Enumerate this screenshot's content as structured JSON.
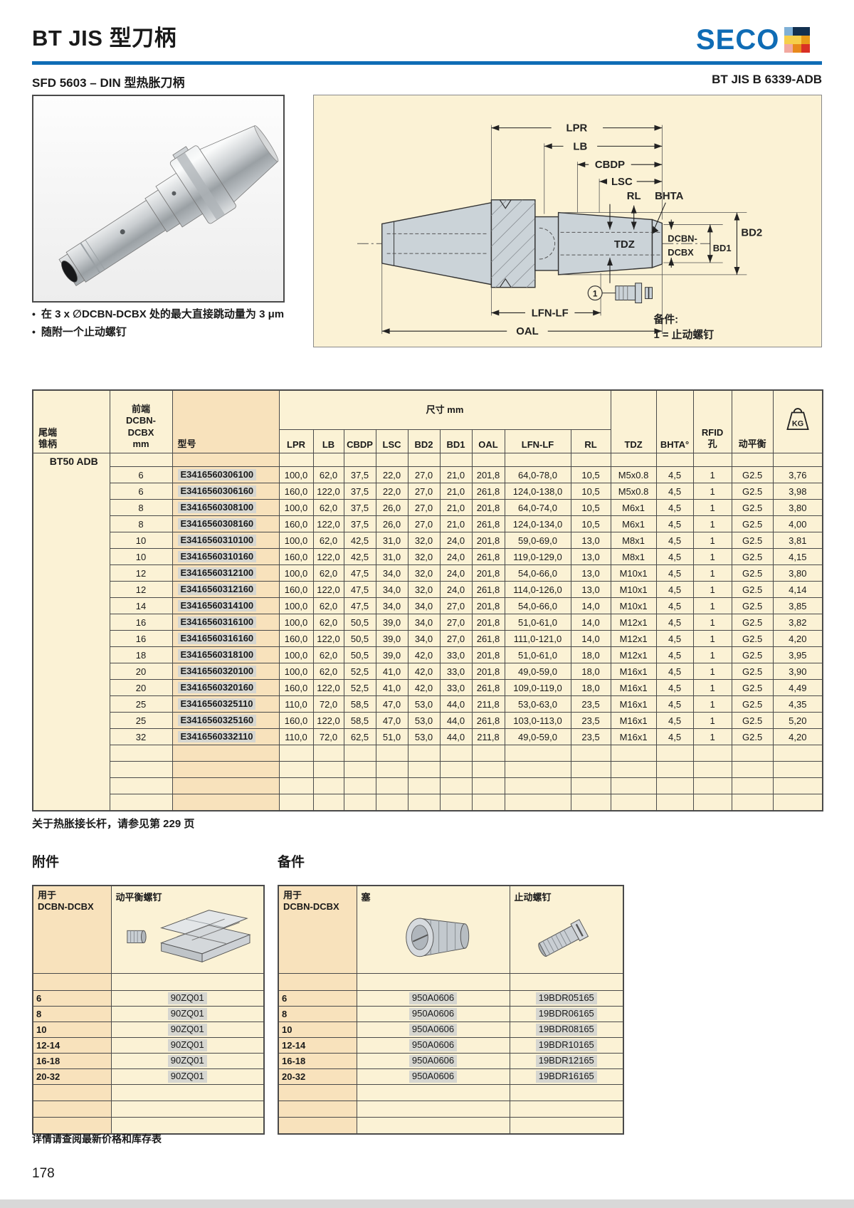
{
  "page": {
    "title": "BT JIS 型刀柄",
    "brand": "SECO",
    "subtitle_left": "SFD 5603 – DIN 型热胀刀柄",
    "subtitle_right": "BT JIS B 6339-ADB",
    "bullets": [
      "在 3 x ∅DCBN-DCBX 处的最大直接跳动量为 3 μm",
      "随附一个止动螺钉"
    ],
    "table_footnote": "关于热胀接长杆，请参见第 229 页",
    "price_note": "详情请查阅最新价格和库存表",
    "page_number": "178",
    "colors": {
      "accent_blue": "#0F6CB5",
      "cream": "#FBF2D5",
      "peach": "#F8E2BC",
      "highlight": "#D6D6D0",
      "logo_grid": [
        "#7FB0D6",
        "#12304F",
        "#12304F",
        "#F6CF4B",
        "#F6CF4B",
        "#E89B18",
        "#F2A9A0",
        "#E8891C",
        "#D93025"
      ]
    }
  },
  "diagram": {
    "dim_labels": {
      "lpr": "LPR",
      "lb": "LB",
      "cbdp": "CBDP",
      "lsc": "LSC",
      "rl": "RL",
      "bhta": "BHTA",
      "tdz": "TDZ",
      "dcbn_line1": "DCBN-",
      "dcbn_line2": "DCBX",
      "bd2": "BD2",
      "bd1": "BD1",
      "lfnlf": "LFN-LF",
      "oal": "OAL"
    },
    "callout": "1",
    "legend_title": "备件:",
    "legend_item": "1 = 止动螺钉"
  },
  "main_table": {
    "size_band": "尺寸 mm",
    "headers": {
      "tail": "尾端\n锥柄",
      "front": "前端\nDCBN-\nDCBX\nmm",
      "model": "型号",
      "dims": [
        "LPR",
        "LB",
        "CBDP",
        "LSC",
        "BD2",
        "BD1",
        "OAL",
        "LFN-LF",
        "RL"
      ],
      "tdz": "TDZ",
      "bhta": "BHTA°",
      "rfid": "RFID\n孔",
      "balance": "动平衡",
      "kg": "KG"
    },
    "group_label": "BT50 ADB",
    "rows": [
      [
        "6",
        "E3416560306100",
        "100,0",
        "62,0",
        "37,5",
        "22,0",
        "27,0",
        "21,0",
        "201,8",
        "64,0-78,0",
        "10,5",
        "M5x0.8",
        "4,5",
        "1",
        "G2.5",
        "3,76"
      ],
      [
        "6",
        "E3416560306160",
        "160,0",
        "122,0",
        "37,5",
        "22,0",
        "27,0",
        "21,0",
        "261,8",
        "124,0-138,0",
        "10,5",
        "M5x0.8",
        "4,5",
        "1",
        "G2.5",
        "3,98"
      ],
      [
        "8",
        "E3416560308100",
        "100,0",
        "62,0",
        "37,5",
        "26,0",
        "27,0",
        "21,0",
        "201,8",
        "64,0-74,0",
        "10,5",
        "M6x1",
        "4,5",
        "1",
        "G2.5",
        "3,80"
      ],
      [
        "8",
        "E3416560308160",
        "160,0",
        "122,0",
        "37,5",
        "26,0",
        "27,0",
        "21,0",
        "261,8",
        "124,0-134,0",
        "10,5",
        "M6x1",
        "4,5",
        "1",
        "G2.5",
        "4,00"
      ],
      [
        "10",
        "E3416560310100",
        "100,0",
        "62,0",
        "42,5",
        "31,0",
        "32,0",
        "24,0",
        "201,8",
        "59,0-69,0",
        "13,0",
        "M8x1",
        "4,5",
        "1",
        "G2.5",
        "3,81"
      ],
      [
        "10",
        "E3416560310160",
        "160,0",
        "122,0",
        "42,5",
        "31,0",
        "32,0",
        "24,0",
        "261,8",
        "119,0-129,0",
        "13,0",
        "M8x1",
        "4,5",
        "1",
        "G2.5",
        "4,15"
      ],
      [
        "12",
        "E3416560312100",
        "100,0",
        "62,0",
        "47,5",
        "34,0",
        "32,0",
        "24,0",
        "201,8",
        "54,0-66,0",
        "13,0",
        "M10x1",
        "4,5",
        "1",
        "G2.5",
        "3,80"
      ],
      [
        "12",
        "E3416560312160",
        "160,0",
        "122,0",
        "47,5",
        "34,0",
        "32,0",
        "24,0",
        "261,8",
        "114,0-126,0",
        "13,0",
        "M10x1",
        "4,5",
        "1",
        "G2.5",
        "4,14"
      ],
      [
        "14",
        "E3416560314100",
        "100,0",
        "62,0",
        "47,5",
        "34,0",
        "34,0",
        "27,0",
        "201,8",
        "54,0-66,0",
        "14,0",
        "M10x1",
        "4,5",
        "1",
        "G2.5",
        "3,85"
      ],
      [
        "16",
        "E3416560316100",
        "100,0",
        "62,0",
        "50,5",
        "39,0",
        "34,0",
        "27,0",
        "201,8",
        "51,0-61,0",
        "14,0",
        "M12x1",
        "4,5",
        "1",
        "G2.5",
        "3,82"
      ],
      [
        "16",
        "E3416560316160",
        "160,0",
        "122,0",
        "50,5",
        "39,0",
        "34,0",
        "27,0",
        "261,8",
        "111,0-121,0",
        "14,0",
        "M12x1",
        "4,5",
        "1",
        "G2.5",
        "4,20"
      ],
      [
        "18",
        "E3416560318100",
        "100,0",
        "62,0",
        "50,5",
        "39,0",
        "42,0",
        "33,0",
        "201,8",
        "51,0-61,0",
        "18,0",
        "M12x1",
        "4,5",
        "1",
        "G2.5",
        "3,95"
      ],
      [
        "20",
        "E3416560320100",
        "100,0",
        "62,0",
        "52,5",
        "41,0",
        "42,0",
        "33,0",
        "201,8",
        "49,0-59,0",
        "18,0",
        "M16x1",
        "4,5",
        "1",
        "G2.5",
        "3,90"
      ],
      [
        "20",
        "E3416560320160",
        "160,0",
        "122,0",
        "52,5",
        "41,0",
        "42,0",
        "33,0",
        "261,8",
        "109,0-119,0",
        "18,0",
        "M16x1",
        "4,5",
        "1",
        "G2.5",
        "4,49"
      ],
      [
        "25",
        "E3416560325110",
        "110,0",
        "72,0",
        "58,5",
        "47,0",
        "53,0",
        "44,0",
        "211,8",
        "53,0-63,0",
        "23,5",
        "M16x1",
        "4,5",
        "1",
        "G2.5",
        "4,35"
      ],
      [
        "25",
        "E3416560325160",
        "160,0",
        "122,0",
        "58,5",
        "47,0",
        "53,0",
        "44,0",
        "261,8",
        "103,0-113,0",
        "23,5",
        "M16x1",
        "4,5",
        "1",
        "G2.5",
        "5,20"
      ],
      [
        "32",
        "E3416560332110",
        "110,0",
        "72,0",
        "62,5",
        "51,0",
        "53,0",
        "44,0",
        "211,8",
        "49,0-59,0",
        "23,5",
        "M16x1",
        "4,5",
        "1",
        "G2.5",
        "4,20"
      ]
    ],
    "empty_rows": 4
  },
  "accessories": {
    "heading": "附件",
    "headers": {
      "col1": "用于\nDCBN-DCBX",
      "col2": "动平衡螺钉"
    },
    "rows": [
      [
        "6",
        "90ZQ01"
      ],
      [
        "8",
        "90ZQ01"
      ],
      [
        "10",
        "90ZQ01"
      ],
      [
        "12-14",
        "90ZQ01"
      ],
      [
        "16-18",
        "90ZQ01"
      ],
      [
        "20-32",
        "90ZQ01"
      ]
    ],
    "empty_rows": 3
  },
  "spare_parts": {
    "heading": "备件",
    "headers": {
      "col1": "用于\nDCBN-DCBX",
      "col2": "塞",
      "col3": "止动螺钉"
    },
    "rows": [
      [
        "6",
        "950A0606",
        "19BDR05165"
      ],
      [
        "8",
        "950A0606",
        "19BDR06165"
      ],
      [
        "10",
        "950A0606",
        "19BDR08165"
      ],
      [
        "12-14",
        "950A0606",
        "19BDR10165"
      ],
      [
        "16-18",
        "950A0606",
        "19BDR12165"
      ],
      [
        "20-32",
        "950A0606",
        "19BDR16165"
      ]
    ],
    "empty_rows": 3
  }
}
